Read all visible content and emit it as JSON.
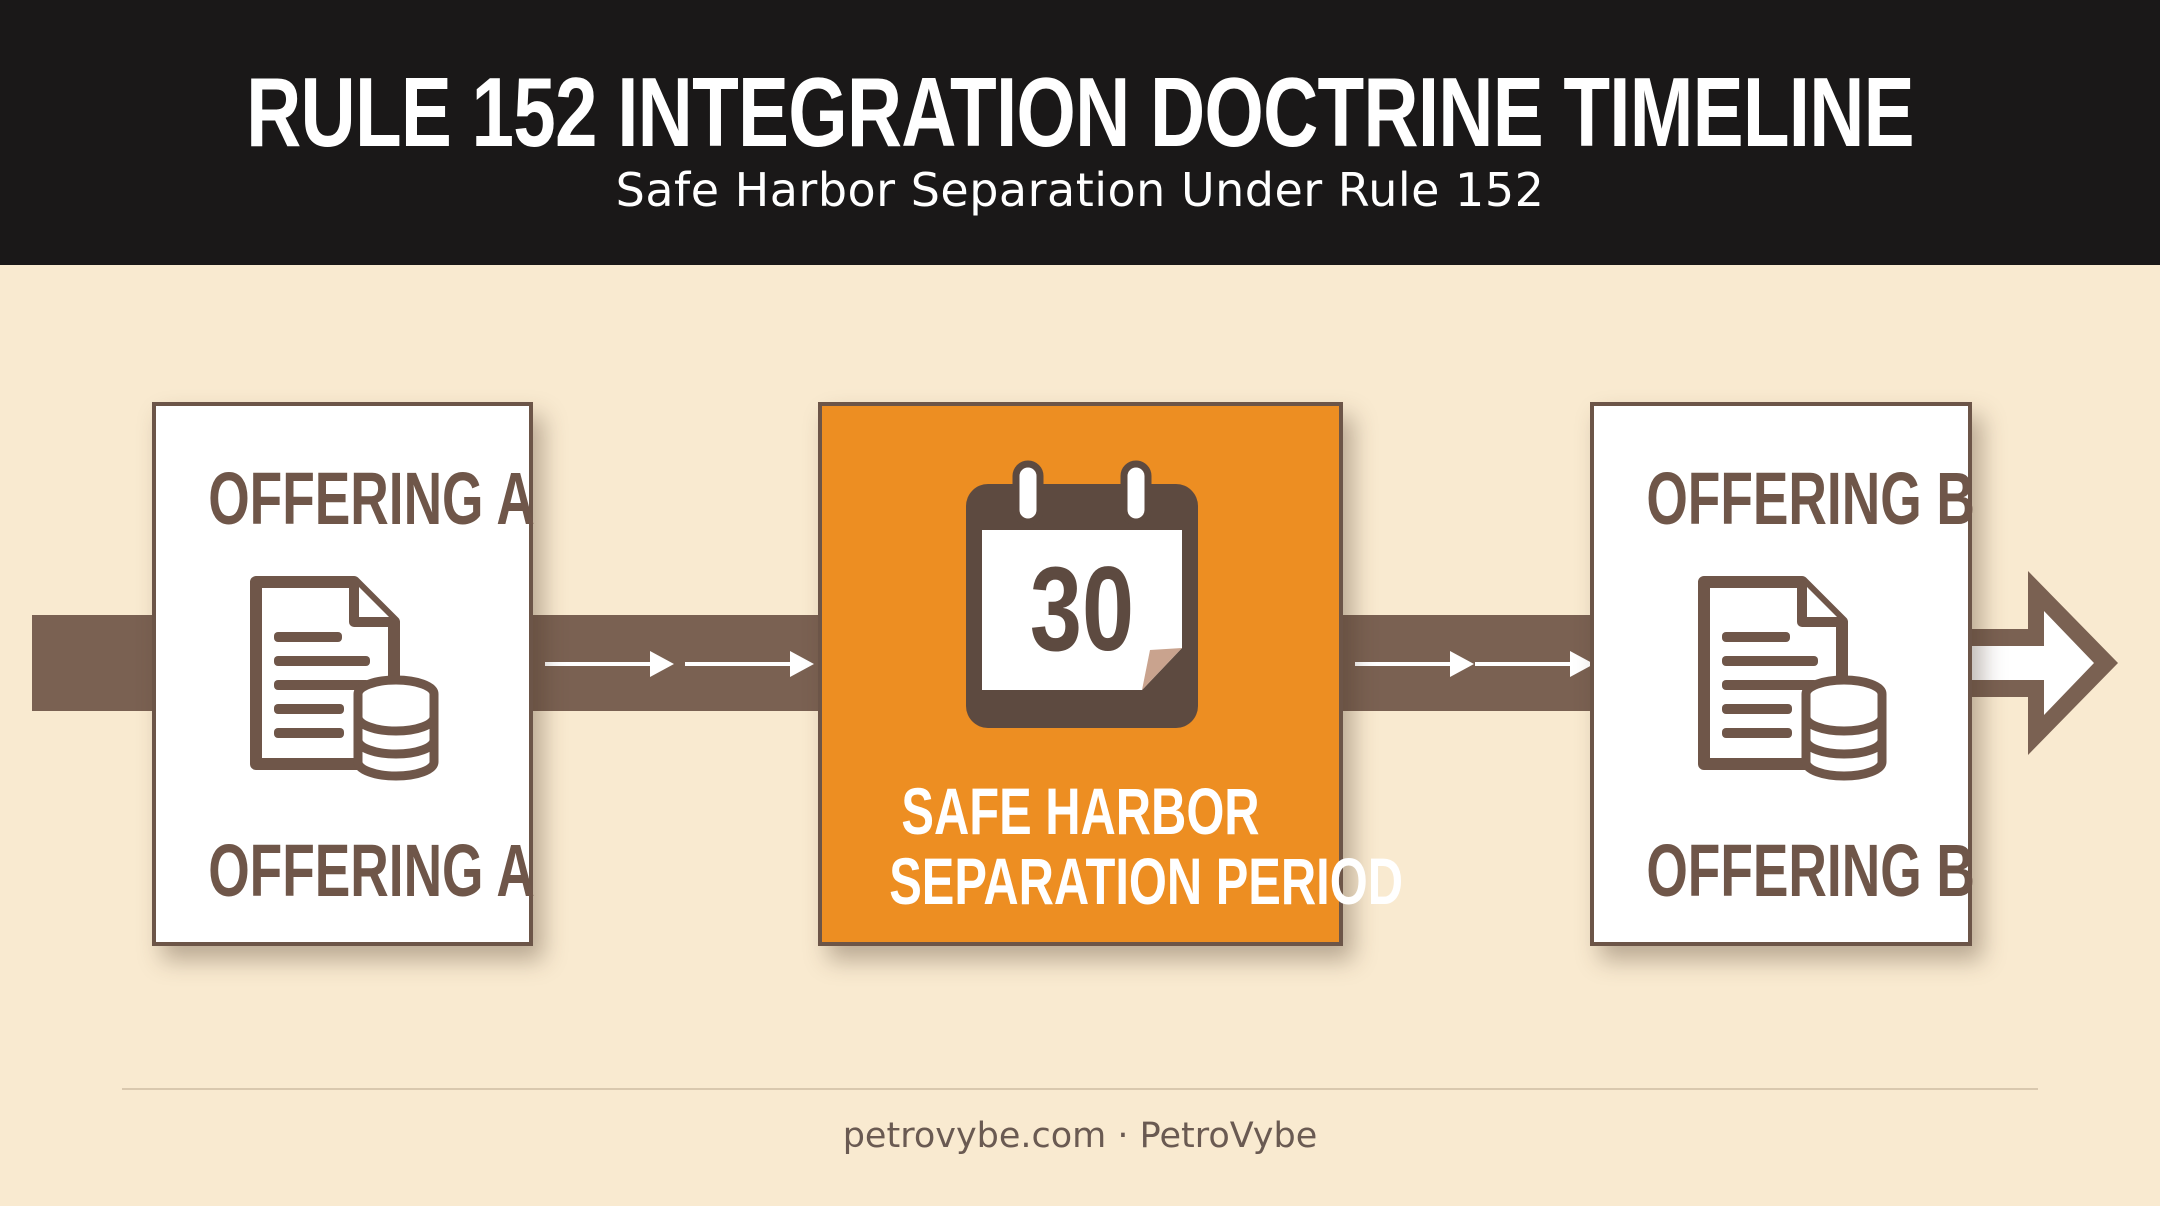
{
  "header": {
    "title": "RULE 152 INTEGRATION DOCTRINE TIMELINE",
    "subtitle": "Safe Harbor Separation Under Rule 152"
  },
  "offering_a": {
    "top_label": "OFFERING A",
    "bottom_label": "OFFERING A",
    "icon": "document-database-icon"
  },
  "safe_harbor": {
    "days": "30",
    "label_line1": "SAFE HARBOR",
    "label_line2": "SEPARATION PERIOD",
    "icon": "calendar-icon"
  },
  "offering_b": {
    "top_label": "OFFERING B",
    "bottom_label": "OFFERING B",
    "icon": "document-database-icon"
  },
  "footer": {
    "text": "petrovybe.com · PetroVybe"
  },
  "colors": {
    "header_bg": "#1a1818",
    "page_bg": "#f9ead0",
    "timeline_brown": "#7a6152",
    "accent_orange": "#ed8e22",
    "text_brown": "#6f5649"
  }
}
